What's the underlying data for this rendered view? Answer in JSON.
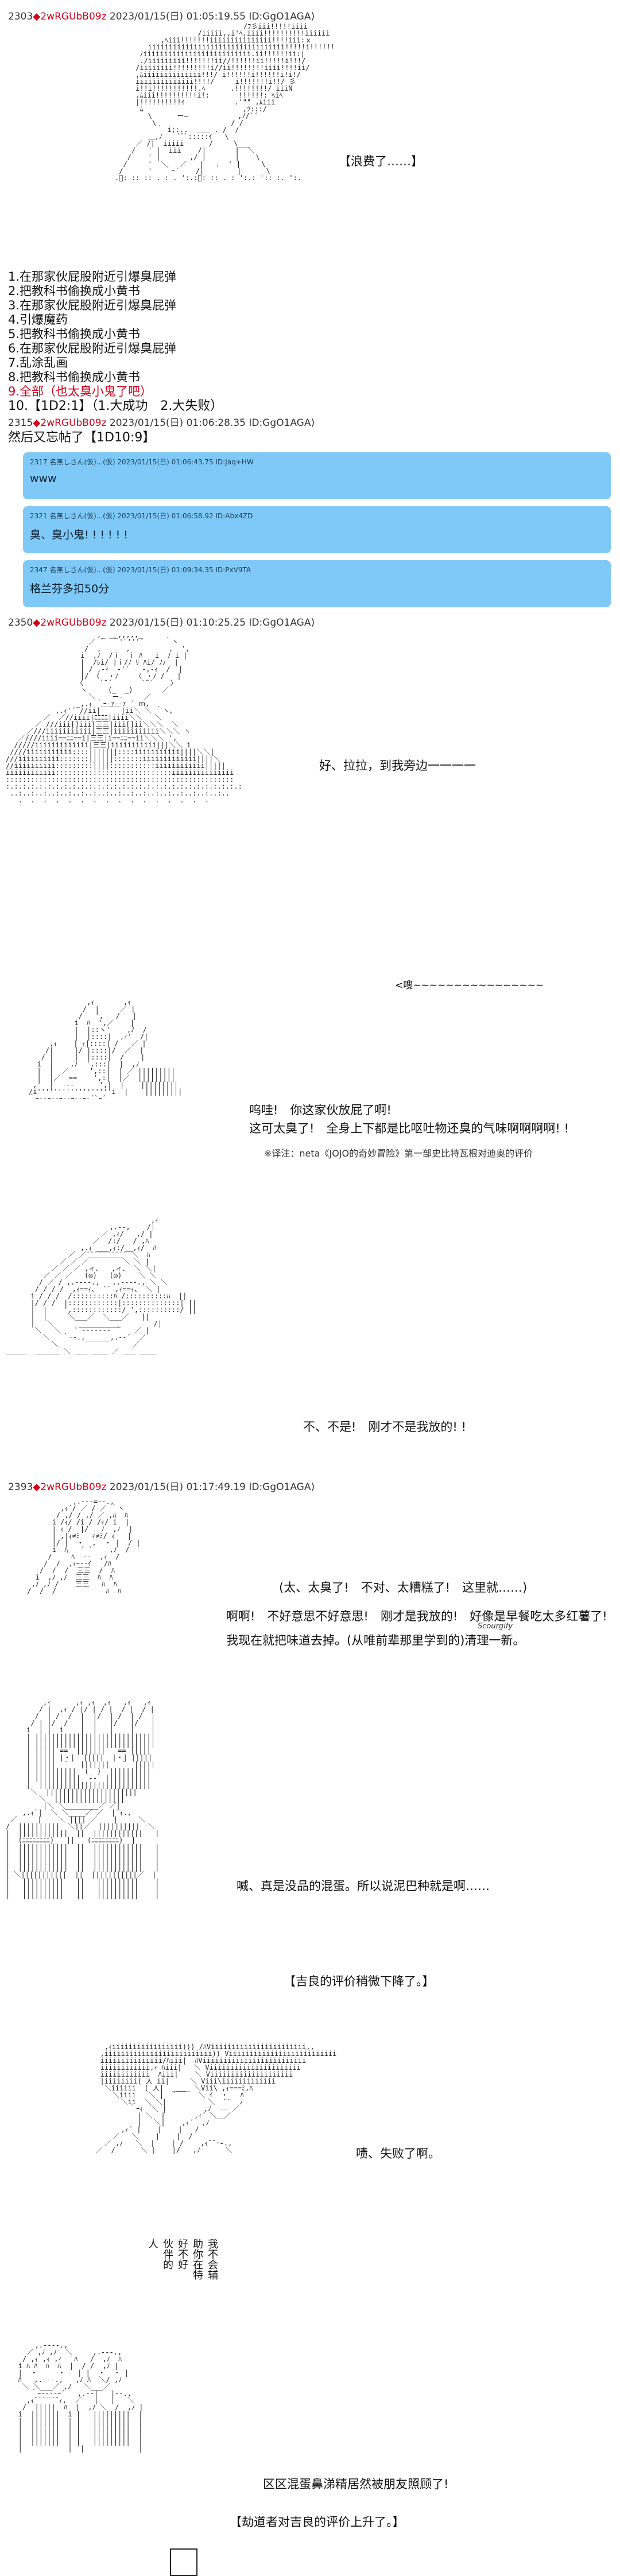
{
  "posts": [
    {
      "num": "2303",
      "nick": "2wRGUbB09z",
      "meta": "2023/01/15(日) 01:05:19.55 ID:GgO1AGA)"
    },
    {
      "num": "2315",
      "nick": "2wRGUbB09z",
      "meta": "2023/01/15(日) 01:06:28.35 ID:GgO1AGA)"
    },
    {
      "num": "2350",
      "nick": "2wRGUbB09z",
      "meta": "2023/01/15(日) 01:10:25.25 ID:GgO1AGA)"
    },
    {
      "num": "2393",
      "nick": "2wRGUbB09z",
      "meta": "2023/01/15(日) 01:17:49.19 ID:GgO1AGA)"
    }
  ],
  "heart": "◆",
  "captions": {
    "waste": "【浪费了……】",
    "okay": "好、拉拉，到我旁边一一一一",
    "whoa": "<嗖~~~~~~~~~~~~~~~~",
    "stinky1": "呜哇!　你这家伙放屁了啊!",
    "stinky2": "这可太臭了!　全身上下都是比呕吐物还臭的气味啊啊啊啊! !",
    "note": "※译注：neta《JOJO的奇妙冒险》第一部史比特瓦根对迪奥的评价",
    "notme": "不、不是!　刚才不是我放的! !",
    "oops": "(太、太臭了!　不对、太糟糕了!　这里就……)",
    "sorry1": "啊啊!　不好意思不好意思!　刚才是我放的!　好像是早餐吃太多红薯了!",
    "sorry2": "我现在就把味道去掉。(从唯前辈那里学到的)清理一新。",
    "scourgify": "Scourgify",
    "drat": "喊、真是没品的混蛋。所以说泥巴种就是啊……",
    "drop": "【吉良的评价稍微下降了。】",
    "fail": "啧、失败了啊。",
    "friend": "区区混蛋鼻涕精居然被朋友照顾了!",
    "rise": "【劫道者对吉良的评价上升了。】"
  },
  "options": [
    "1.在那家伙屁股附近引爆臭屁弹",
    "2.把教科书偷换成小黄书",
    "3.在那家伙屁股附近引爆臭屁弹",
    "4.引爆魔药",
    "5.把教科书偷换成小黄书",
    "6.在那家伙屁股附近引爆臭屁弹",
    "7.乱涂乱画",
    "8.把教科书偷换成小黄书",
    "9.全部（也太臭小鬼了吧）",
    "10.【1D2:1】（1.大成功　2.大失败）"
  ],
  "dice_line": "然后又忘帖了【1D10:9】",
  "replies": [
    {
      "hdr": "2317 名無しさん(仮)...(仮) 2023/01/15(日) 01:06:43.75 ID:Jaq+HW",
      "body": "www"
    },
    {
      "hdr": "2321 名無しさん(仮)...(仮) 2023/01/15(日) 01:06:58.92 ID:Abx4ZD",
      "body": "臭、臭小鬼! ! ! ! ! !"
    },
    {
      "hdr": "2347 名無しさん(仮)...(仮) 2023/01/15(日) 01:09:34.35 ID:PxV9TA",
      "body": "格兰芬多扣50分"
    }
  ],
  "vertical_text": [
    "我不会辅",
    "助你在特",
    "好不好",
    "伙伴的",
    "人"
  ],
  "icons": {
    "post_marker": "heart-icon"
  }
}
